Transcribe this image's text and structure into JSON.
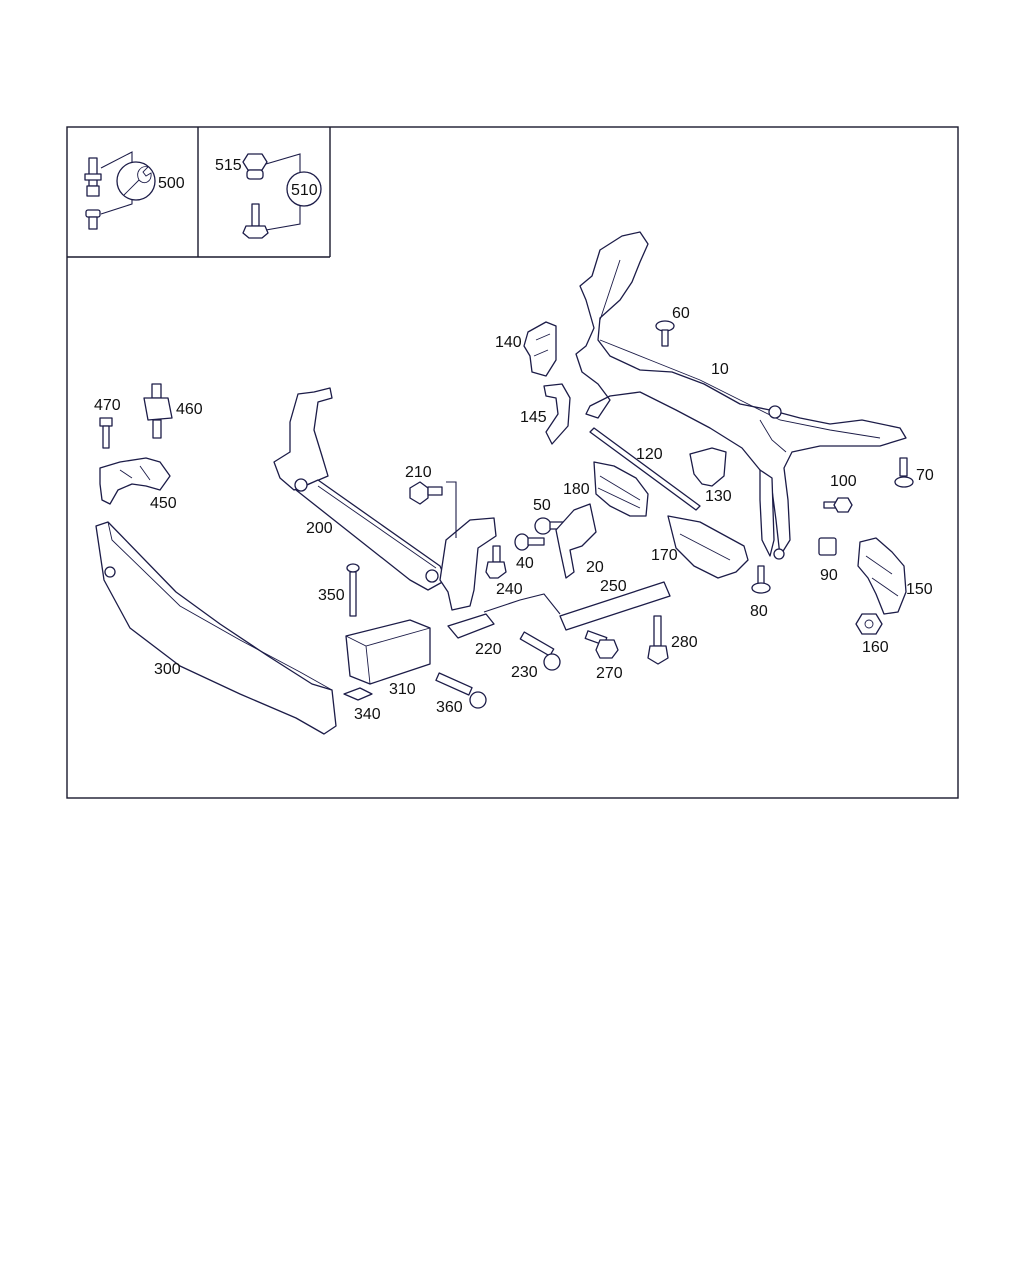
{
  "callouts": [
    {
      "id": "500",
      "text": "500"
    },
    {
      "id": "515",
      "text": "515"
    },
    {
      "id": "510",
      "text": "510"
    },
    {
      "id": "10",
      "text": "10"
    },
    {
      "id": "20",
      "text": "20"
    },
    {
      "id": "40",
      "text": "40"
    },
    {
      "id": "50",
      "text": "50"
    },
    {
      "id": "60",
      "text": "60"
    },
    {
      "id": "70",
      "text": "70"
    },
    {
      "id": "80",
      "text": "80"
    },
    {
      "id": "90",
      "text": "90"
    },
    {
      "id": "100",
      "text": "100"
    },
    {
      "id": "120",
      "text": "120"
    },
    {
      "id": "130",
      "text": "130"
    },
    {
      "id": "140",
      "text": "140"
    },
    {
      "id": "145",
      "text": "145"
    },
    {
      "id": "150",
      "text": "150"
    },
    {
      "id": "160",
      "text": "160"
    },
    {
      "id": "170",
      "text": "170"
    },
    {
      "id": "180",
      "text": "180"
    },
    {
      "id": "200",
      "text": "200"
    },
    {
      "id": "210",
      "text": "210"
    },
    {
      "id": "220",
      "text": "220"
    },
    {
      "id": "230",
      "text": "230"
    },
    {
      "id": "240",
      "text": "240"
    },
    {
      "id": "250",
      "text": "250"
    },
    {
      "id": "270",
      "text": "270"
    },
    {
      "id": "280",
      "text": "280"
    },
    {
      "id": "300",
      "text": "300"
    },
    {
      "id": "310",
      "text": "310"
    },
    {
      "id": "340",
      "text": "340"
    },
    {
      "id": "350",
      "text": "350"
    },
    {
      "id": "360",
      "text": "360"
    },
    {
      "id": "450",
      "text": "450"
    },
    {
      "id": "460",
      "text": "460"
    },
    {
      "id": "470",
      "text": "470"
    }
  ],
  "icons": {
    "tool_set": "wrench-icon",
    "kit": "circle-badge-icon"
  }
}
